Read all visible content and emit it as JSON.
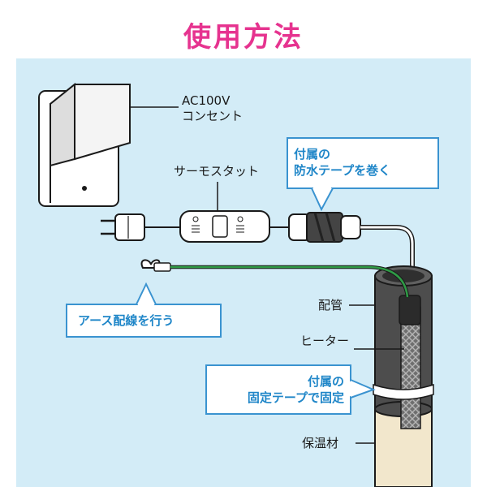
{
  "title": "使用方法",
  "labels": {
    "outlet_line1": "AC100V",
    "outlet_line2": "コンセント",
    "thermostat": "サーモスタット",
    "pipe": "配管",
    "heater": "ヒーター",
    "insulation": "保温材"
  },
  "callouts": {
    "waterproof_line1": "付属の",
    "waterproof_line2": "防水テープを巻く",
    "ground": "アース配線を行う",
    "fix_line1": "付属の",
    "fix_line2": "固定テープで固定"
  },
  "colors": {
    "title": "#e6338f",
    "background": "#d3ecf7",
    "callout_border": "#3a93d0",
    "callout_text": "#1f86c8",
    "ground_wire": "#2f9b46",
    "pipe": "#4d4d4d",
    "insulation": "#f2e7cc"
  }
}
